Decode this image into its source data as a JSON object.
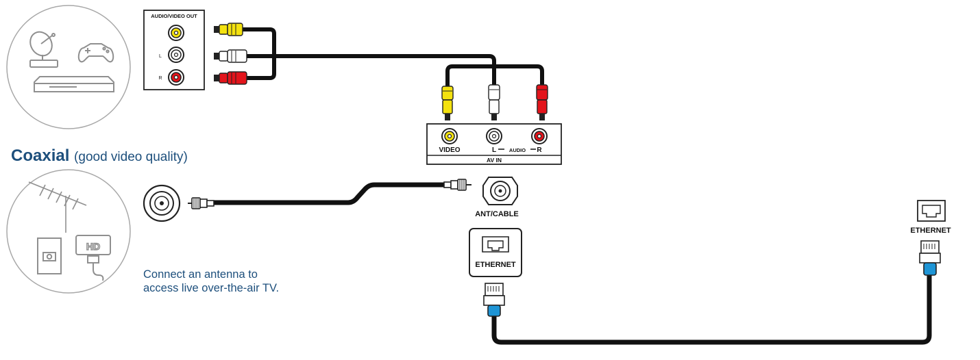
{
  "av_out_panel": {
    "title": "AUDIO/VIDEO OUT",
    "left_label": "L",
    "right_label": "R"
  },
  "av_in_panel": {
    "video_label": "VIDEO",
    "left_label": "L",
    "audio_label": "AUDIO",
    "right_label": "R",
    "footer": "AV IN"
  },
  "coaxial": {
    "heading_bold": "Coaxial",
    "heading_note": "(good video quality)",
    "device_badge": "HD",
    "port_label": "ANT/CABLE",
    "caption_line1": "Connect an antenna to",
    "caption_line2": "access live over-the-air TV."
  },
  "ethernet": {
    "tv_port_label": "ETHERNET",
    "router_port_label": "ETHERNET"
  },
  "colors": {
    "video": "#f4e20f",
    "audio_left": "#ffffff",
    "audio_right": "#e3141b",
    "cable": "#111111",
    "ethernet_boot": "#1e95d6",
    "heading": "#1d4f7c",
    "illustration": "#9a9a9a"
  }
}
